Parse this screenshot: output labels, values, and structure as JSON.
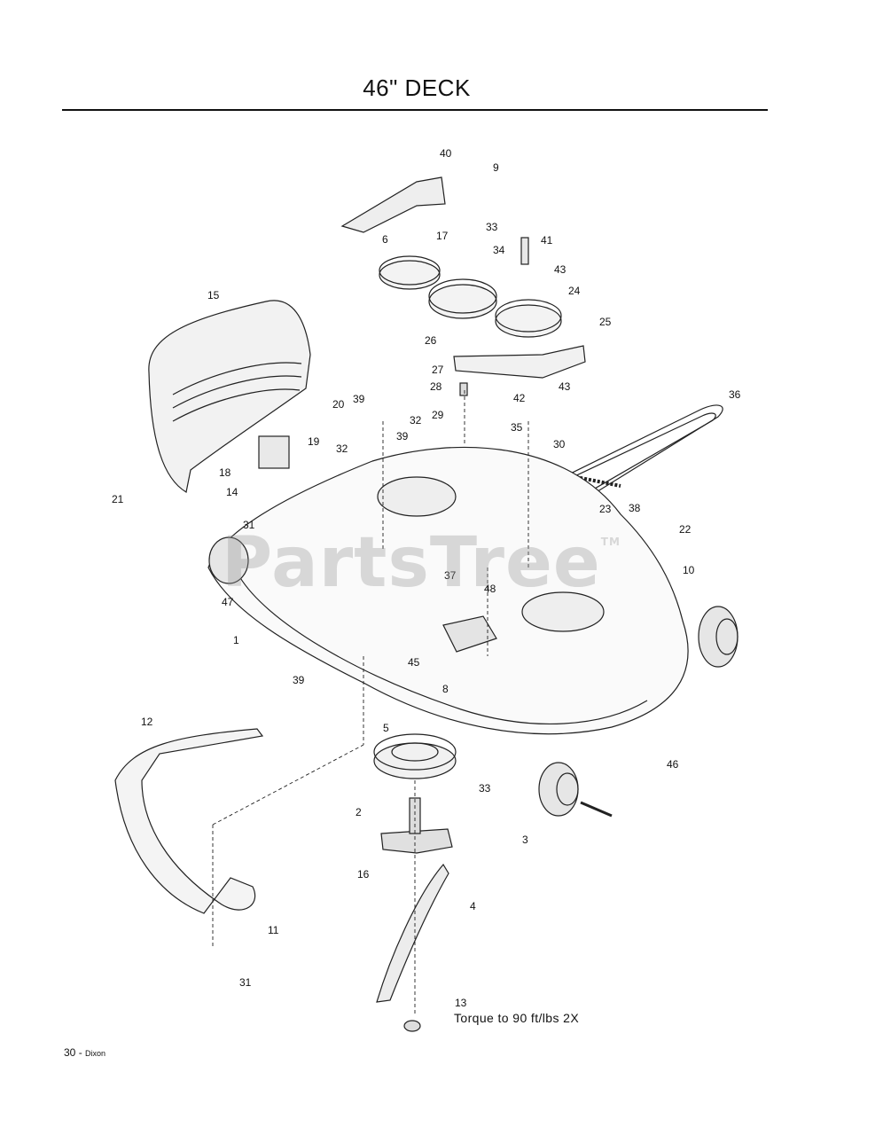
{
  "title": "46\" DECK",
  "watermark": {
    "text": "PartsTree",
    "tm": "TM"
  },
  "torque_note": "Torque to 90 ft/lbs 2X",
  "footer": {
    "page": "30",
    "separator": "-",
    "brand": "Dixon"
  },
  "parts": [
    {
      "label": "40"
    },
    {
      "label": "9"
    },
    {
      "label": "6"
    },
    {
      "label": "17"
    },
    {
      "label": "33"
    },
    {
      "label": "34"
    },
    {
      "label": "41"
    },
    {
      "label": "43"
    },
    {
      "label": "24"
    },
    {
      "label": "26"
    },
    {
      "label": "25"
    },
    {
      "label": "15"
    },
    {
      "label": "27"
    },
    {
      "label": "28"
    },
    {
      "label": "42"
    },
    {
      "label": "43"
    },
    {
      "label": "36"
    },
    {
      "label": "20"
    },
    {
      "label": "39"
    },
    {
      "label": "29"
    },
    {
      "label": "32"
    },
    {
      "label": "35"
    },
    {
      "label": "39"
    },
    {
      "label": "30"
    },
    {
      "label": "19"
    },
    {
      "label": "32"
    },
    {
      "label": "18"
    },
    {
      "label": "14"
    },
    {
      "label": "21"
    },
    {
      "label": "38"
    },
    {
      "label": "23"
    },
    {
      "label": "22"
    },
    {
      "label": "31"
    },
    {
      "label": "10"
    },
    {
      "label": "37"
    },
    {
      "label": "48"
    },
    {
      "label": "47"
    },
    {
      "label": "1"
    },
    {
      "label": "45"
    },
    {
      "label": "39"
    },
    {
      "label": "8"
    },
    {
      "label": "12"
    },
    {
      "label": "5"
    },
    {
      "label": "46"
    },
    {
      "label": "33"
    },
    {
      "label": "2"
    },
    {
      "label": "3"
    },
    {
      "label": "16"
    },
    {
      "label": "4"
    },
    {
      "label": "11"
    },
    {
      "label": "31"
    },
    {
      "label": "13"
    }
  ]
}
